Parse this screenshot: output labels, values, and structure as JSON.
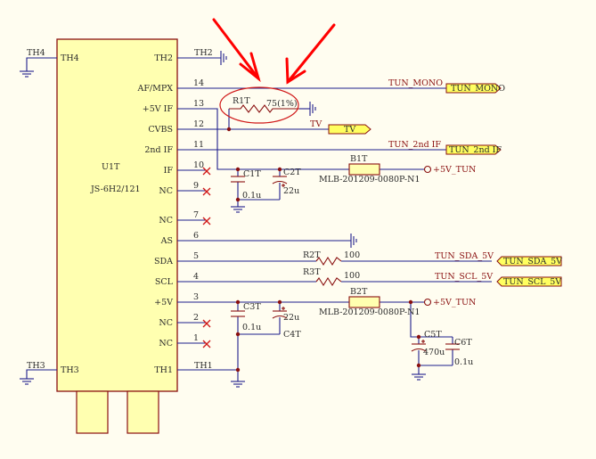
{
  "ic": {
    "ref": "U1T",
    "part": "JS-6H2/121",
    "pins_left": {
      "th4": "TH4",
      "th3": "TH3"
    },
    "pins_right": [
      {
        "name": "TH2",
        "num": ""
      },
      {
        "name": "AF/MPX",
        "num": "14"
      },
      {
        "name": "+5V IF",
        "num": "13"
      },
      {
        "name": "CVBS",
        "num": "12"
      },
      {
        "name": "2nd IF",
        "num": "11"
      },
      {
        "name": "IF",
        "num": "10"
      },
      {
        "name": "NC",
        "num": "9"
      },
      {
        "name": "NC",
        "num": "7"
      },
      {
        "name": "AS",
        "num": "6"
      },
      {
        "name": "SDA",
        "num": "5"
      },
      {
        "name": "SCL",
        "num": "4"
      },
      {
        "name": "+5V",
        "num": "3"
      },
      {
        "name": "NC",
        "num": "2"
      },
      {
        "name": "NC",
        "num": "1"
      },
      {
        "name": "TH1",
        "num": ""
      }
    ]
  },
  "wire_labels": {
    "th4": "TH4",
    "th2": "TH2",
    "th3": "TH3",
    "th1": "TH1"
  },
  "components": {
    "r1t": {
      "ref": "R1T",
      "value": "75(1%)"
    },
    "r2t": {
      "ref": "R2T",
      "value": "100"
    },
    "r3t": {
      "ref": "R3T",
      "value": "100"
    },
    "b1t": {
      "ref": "B1T",
      "part": "MLB-201209-0080P-N1"
    },
    "b2t": {
      "ref": "B2T",
      "part": "MLB-201209-0080P-N1"
    },
    "c1t": {
      "ref": "C1T",
      "value": "0.1u"
    },
    "c2t": {
      "ref": "C2T",
      "value": "22u"
    },
    "c3t": {
      "ref": "C3T",
      "value": "0.1u"
    },
    "c4t": {
      "ref": "C4T",
      "value": "22u"
    },
    "c5t": {
      "ref": "C5T",
      "value": "470u"
    },
    "c6t": {
      "ref": "C6T",
      "value": "0.1u"
    }
  },
  "nets": {
    "tun_mono_wire": "TUN_MONO",
    "tun_mono_port": "TUN_MONO",
    "tv_wire": "TV",
    "tv_port": "TV",
    "tun_2nd_if_wire": "TUN_2nd IF",
    "tun_2nd_if_port": "TUN_2nd IF",
    "tun_sda_wire": "TUN_SDA_5V",
    "tun_sda_port": "TUN_SDA_5V",
    "tun_scl_wire": "TUN_SCL_5V",
    "tun_scl_port": "TUN_SCL_5V",
    "pwr_top": "+5V_TUN",
    "pwr_bottom": "+5V_TUN"
  },
  "colors": {
    "wire": "#1e1e8c",
    "component": "#8a1010",
    "ic_fill": "#ffffb0",
    "ic_stroke": "#8a1010",
    "port_fill": "#ffff60",
    "cross": "#d01818",
    "annotation": "#ff0000",
    "junction": "#8a1010"
  }
}
